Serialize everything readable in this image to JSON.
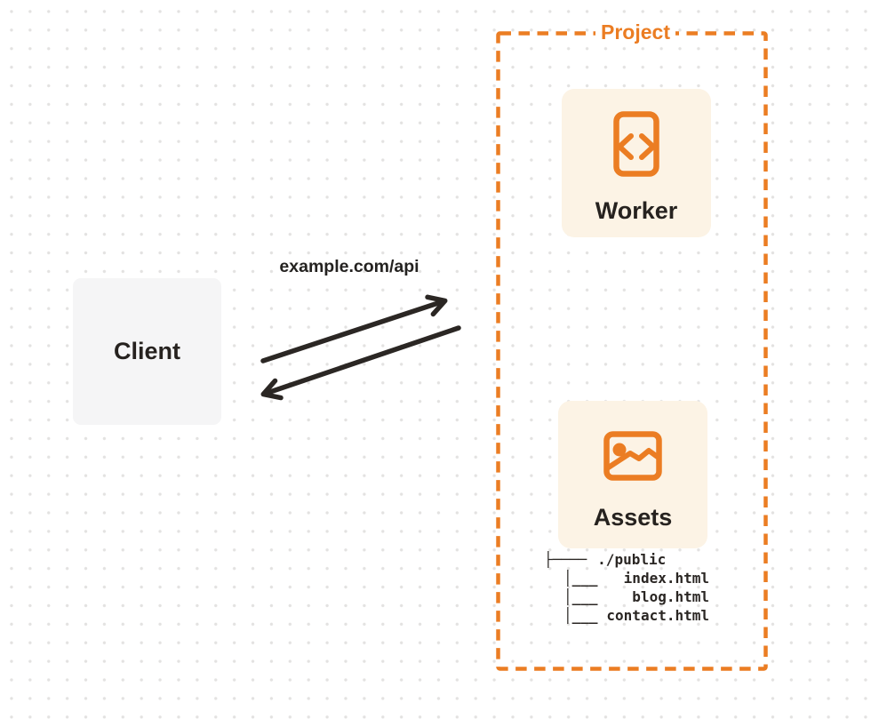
{
  "colors": {
    "accent_orange": "#EB7D23",
    "node_fill_cream": "#FCF3E5",
    "client_fill_gray": "#F5F5F6",
    "label_text": "#26221F",
    "arrow_dark": "#2B2724",
    "grid_dot": "#E3E2E1"
  },
  "group": {
    "label": "Project"
  },
  "connection": {
    "label": "example.com/api"
  },
  "nodes": {
    "client": {
      "label": "Client"
    },
    "worker": {
      "label": "Worker",
      "icon": "code-file-icon"
    },
    "assets": {
      "label": "Assets",
      "icon": "image-icon"
    }
  },
  "file_tree": {
    "rows": [
      {
        "glyph": "├────",
        "name": "./public"
      },
      {
        "glyph": "│___",
        "name": "index.html"
      },
      {
        "glyph": "│___",
        "name": "blog.html"
      },
      {
        "glyph": "│___",
        "name": "contact.html"
      }
    ]
  }
}
